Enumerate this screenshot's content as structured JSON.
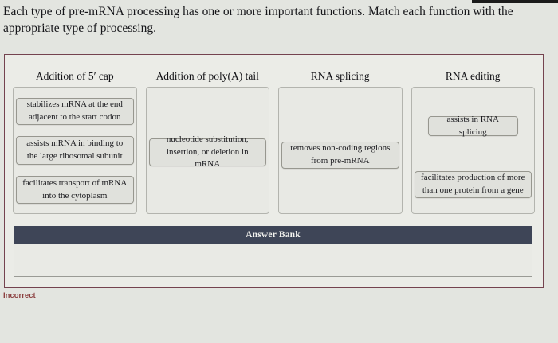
{
  "instructions": "Each type of pre-mRNA processing has one or more important functions. Match each function with the appropriate type of processing.",
  "columns": [
    {
      "header": "Addition of 5′ cap",
      "cards": [
        {
          "text": "stabilizes mRNA at the end adjacent to the start codon"
        },
        {
          "text": "assists mRNA in binding to the large ribosomal subunit"
        },
        {
          "text": "facilitates transport of mRNA into the cytoplasm"
        }
      ]
    },
    {
      "header": "Addition of poly(A) tail",
      "cards": [
        {
          "text": "nucleotide substitution, insertion, or deletion in mRNA"
        }
      ]
    },
    {
      "header": "RNA splicing",
      "cards": [
        {
          "text": "removes non-coding regions from pre-mRNA"
        }
      ]
    },
    {
      "header": "RNA editing",
      "cards": [
        {
          "text": "assists in RNA splicing"
        },
        {
          "text": "facilitates production of more than one protein from a gene"
        }
      ]
    }
  ],
  "answer_bank": {
    "label": "Answer Bank",
    "items": []
  },
  "status": {
    "label": "Incorrect"
  },
  "colors": {
    "panel_border": "#74434f",
    "answer_bank_bar": "#3e4557",
    "status_text": "#8b3f3f",
    "page_background": "#e3e5e0"
  }
}
